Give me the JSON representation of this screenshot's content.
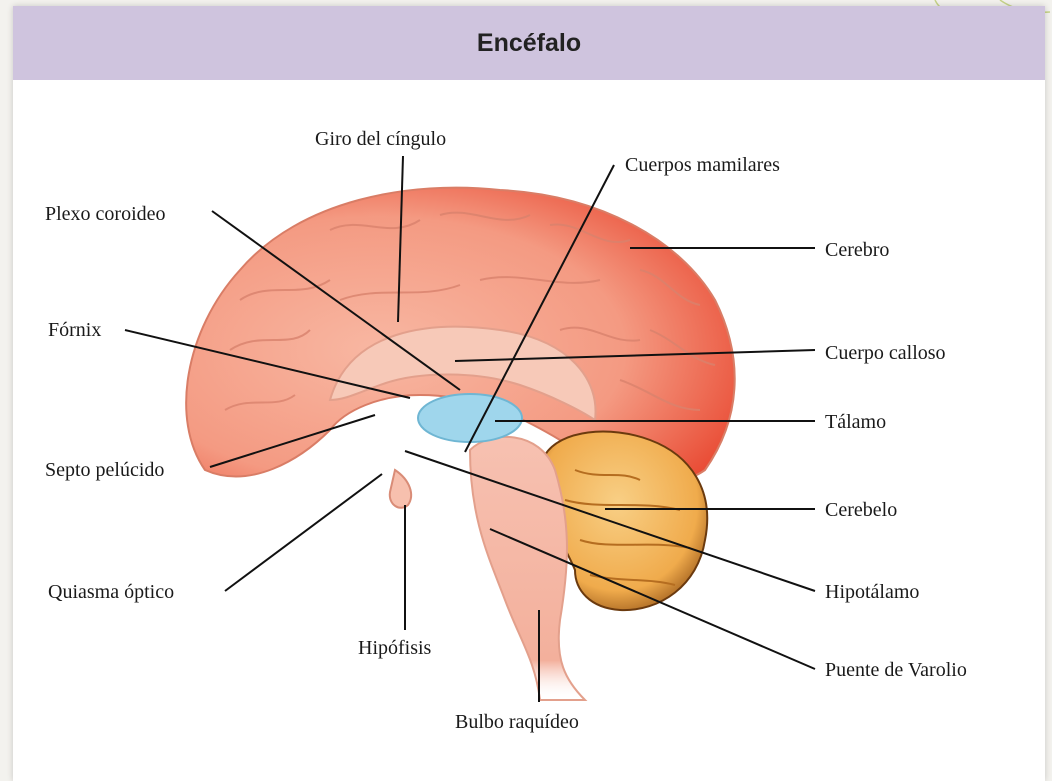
{
  "title": "Encéfalo",
  "labels": {
    "giro": "Giro del cíngulo",
    "plexo": "Plexo coroideo",
    "cuerpos": "Cuerpos mamilares",
    "cerebro": "Cerebro",
    "fornix": "Fórnix",
    "calloso": "Cuerpo calloso",
    "talamo": "Tálamo",
    "septo": "Septo pelúcido",
    "cerebelo": "Cerebelo",
    "quiasma": "Quiasma óptico",
    "hipotalamo": "Hipotálamo",
    "hipofisis": "Hipófisis",
    "puente": "Puente de Varolio",
    "bulbo": "Bulbo raquídeo"
  },
  "colors": {
    "header": "#cfc4de",
    "cerebrum": "#f4a08a",
    "cerebrum_dark": "#e8432c",
    "thalamus": "#9fd6ec",
    "cerebellum": "#f1b45a",
    "brainstem": "#f5b9a8"
  }
}
